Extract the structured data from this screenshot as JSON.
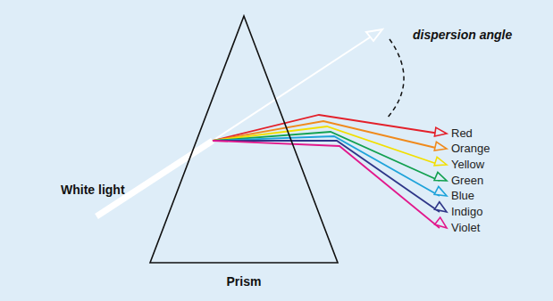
{
  "diagram": {
    "nodes": [
      {
        "text": [
          "Prism"
        ]
      }
    ],
    "labels": [
      "White light",
      "dispersion angle",
      "Red",
      "Orange",
      "Yellow",
      "Green",
      "Blue",
      "Indigo",
      "Violet"
    ]
  }
}
